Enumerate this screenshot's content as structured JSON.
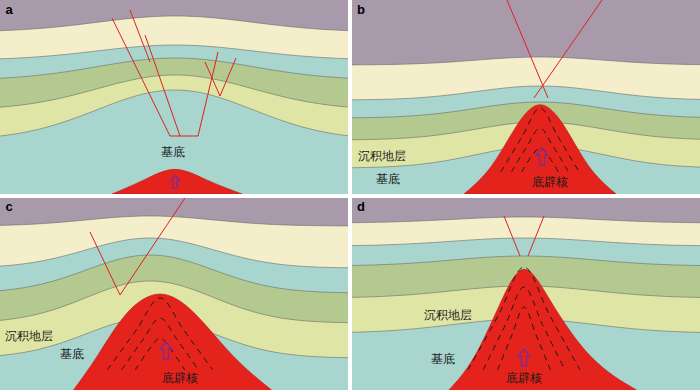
{
  "diagram": {
    "labels": [
      "a",
      "b",
      "c",
      "d",
      "基底",
      "沉积地层",
      "基底",
      "底辟核",
      "沉积地层",
      "基底",
      "底辟核",
      "沉积地层",
      "基底",
      "底辟核"
    ]
  }
}
